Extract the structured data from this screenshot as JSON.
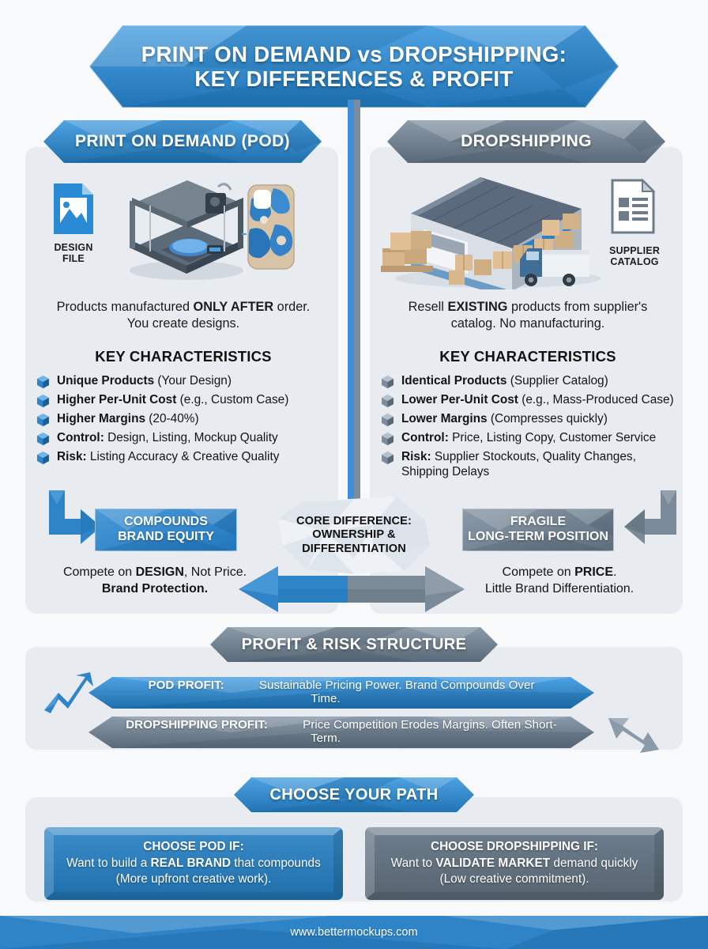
{
  "title": {
    "line1": "PRINT ON DEMAND vs DROPSHIPPING:",
    "line2": "KEY DIFFERENCES & PROFIT"
  },
  "colors": {
    "blue_primary": "#2f84c8",
    "blue_dark": "#1f6fab",
    "blue_light": "#4da0e0",
    "slate": "#6e7f90",
    "slate_dark": "#55646f",
    "panel_bg": "#e8ebef",
    "page_bg": "#f7f9fb",
    "text_dark": "#141414"
  },
  "pod": {
    "header": "PRINT ON DEMAND (POD)",
    "design_file_icon_label_line1": "DESIGN",
    "design_file_icon_label_line2": "FILE",
    "lead_plain_1": "Products manufactured ",
    "lead_bold": "ONLY AFTER",
    "lead_plain_2": " order.",
    "lead_line2": "You create designs.",
    "key_characteristics_title": "KEY CHARACTERISTICS",
    "bullets": [
      {
        "bold": "Unique Products",
        "rest": " (Your Design)"
      },
      {
        "bold": "Higher Per-Unit Cost",
        "rest": " (e.g., Custom Case)"
      },
      {
        "bold": "Higher Margins",
        "rest": " (20-40%)"
      },
      {
        "bold": "Control:",
        "rest": " Design, Listing, Mockup Quality"
      },
      {
        "bold": "Risk:",
        "rest": " Listing Accuracy & Creative Quality"
      }
    ],
    "result_box_line1": "COMPOUNDS",
    "result_box_line2": "BRAND EQUITY",
    "conclusion_line1_a": "Compete on ",
    "conclusion_line1_b": "DESIGN",
    "conclusion_line1_c": ", Not Price.",
    "conclusion_line2": "Brand Protection."
  },
  "dropshipping": {
    "header": "DROPSHIPPING",
    "supplier_catalog_label_line1": "SUPPLIER",
    "supplier_catalog_label_line2": "CATALOG",
    "lead_plain_1": "Resell ",
    "lead_bold": "EXISTING",
    "lead_plain_2": " products from supplier's",
    "lead_line2": "catalog. No manufacturing.",
    "key_characteristics_title": "KEY CHARACTERISTICS",
    "bullets": [
      {
        "bold": "Identical Products",
        "rest": " (Supplier Catalog)"
      },
      {
        "bold": "Lower Per-Unit Cost",
        "rest": " (e.g., Mass-Produced Case)"
      },
      {
        "bold": "Lower Margins",
        "rest": " (Compresses quickly)"
      },
      {
        "bold": "Control:",
        "rest": " Price, Listing Copy, Customer Service"
      },
      {
        "bold": "Risk:",
        "rest": " Supplier Stockouts, Quality Changes, Shipping Delays"
      }
    ],
    "result_box_line1": "FRAGILE",
    "result_box_line2": "LONG-TERM POSITION",
    "conclusion_line1_a": "Compete on ",
    "conclusion_line1_b": "PRICE",
    "conclusion_line1_c": ".",
    "conclusion_line2": "Little Brand Differentiation."
  },
  "core_difference": {
    "line1": "CORE DIFFERENCE:",
    "line2": "OWNERSHIP &",
    "line3": "DIFFERENTIATION"
  },
  "profit_section": {
    "header": "PROFIT & RISK STRUCTURE",
    "pod_bar_bold": "POD PROFIT:",
    "pod_bar_rest": " Sustainable Pricing Power. Brand Compounds Over Time.",
    "drop_bar_bold": "DROPSHIPPING PROFIT:",
    "drop_bar_rest": " Price Competition Erodes Margins. Often Short-Term."
  },
  "path_section": {
    "header": "CHOOSE YOUR PATH",
    "pod": {
      "heading": "CHOOSE POD IF:",
      "line2_a": "Want to build a ",
      "line2_b": "REAL BRAND",
      "line2_c": " that compounds",
      "line3": "(More upfront creative work)."
    },
    "drop": {
      "heading": "CHOOSE DROPSHIPPING IF:",
      "line2_a": "Want to ",
      "line2_b": "VALIDATE MARKET",
      "line2_c": " demand quickly",
      "line3": "(Low creative commitment)."
    }
  },
  "footer": {
    "url": "www.bettermockups.com"
  }
}
